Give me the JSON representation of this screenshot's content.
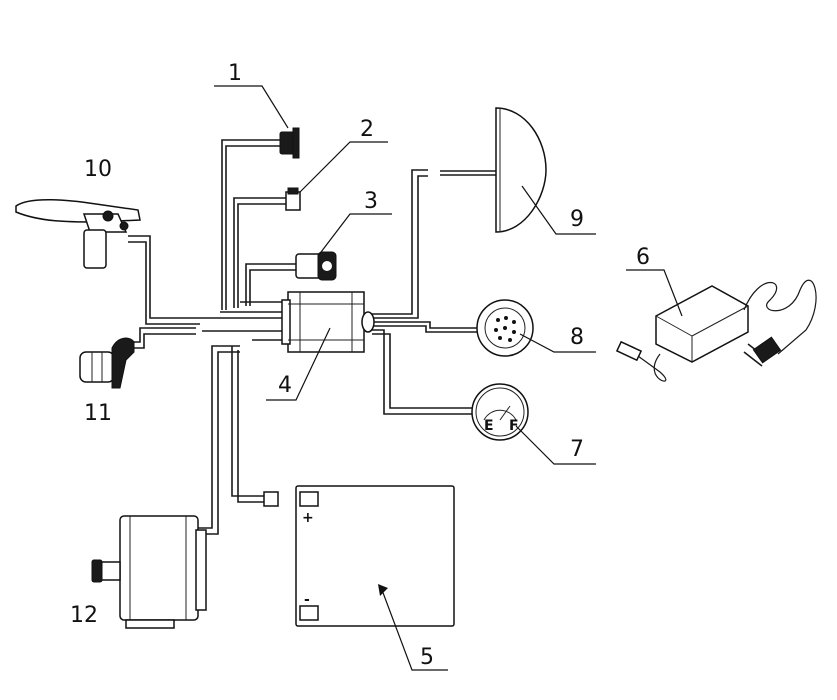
{
  "callouts": [
    {
      "id": "1",
      "text": "1"
    },
    {
      "id": "2",
      "text": "2"
    },
    {
      "id": "3",
      "text": "3"
    },
    {
      "id": "4",
      "text": "4"
    },
    {
      "id": "5",
      "text": "5"
    },
    {
      "id": "6",
      "text": "6"
    },
    {
      "id": "7",
      "text": "7"
    },
    {
      "id": "8",
      "text": "8"
    },
    {
      "id": "9",
      "text": "9"
    },
    {
      "id": "10",
      "text": "10"
    },
    {
      "id": "11",
      "text": "11"
    },
    {
      "id": "12",
      "text": "12"
    }
  ],
  "battery": {
    "positive": "+",
    "negative": "-"
  },
  "gauge_marks": {
    "empty": "E",
    "full": "F"
  }
}
